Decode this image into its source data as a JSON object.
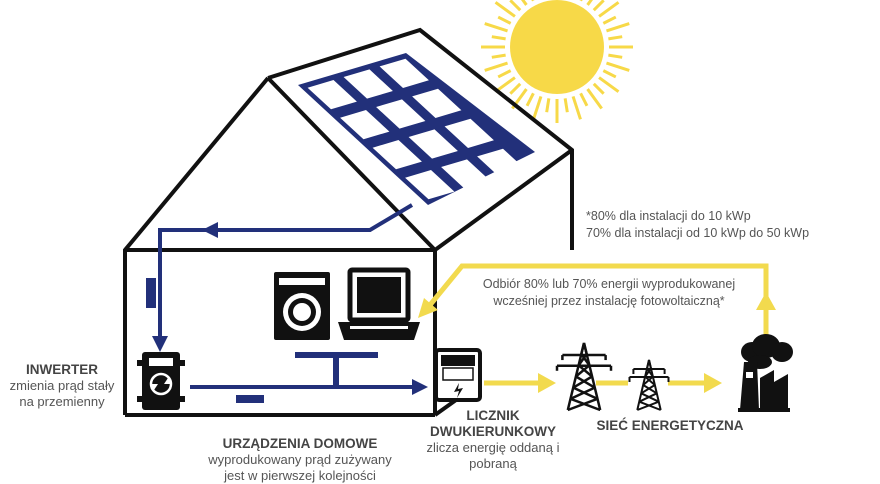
{
  "colors": {
    "navy": "#22307a",
    "yellow": "#f2da4e",
    "sun": "#f7d948",
    "outline": "#111111",
    "text": "#555555"
  },
  "icons": [
    "sun-icon",
    "solar-panel-icon",
    "inverter-icon",
    "washing-machine-icon",
    "laptop-icon",
    "bidirectional-meter-icon",
    "power-pylon-icon",
    "power-plant-icon"
  ],
  "notes": {
    "footnote_line1": "*80% dla instalacji do 10 kWp",
    "footnote_line2": "70% dla instalacji od 10 kWp do 50 kWp",
    "grid_draw_line1": "Odbiór 80% lub 70% energii wyprodukowanej",
    "grid_draw_line2": "wcześniej przez instalację fotowoltaiczną*"
  },
  "labels": {
    "inverter": {
      "title": "INWERTER",
      "line1": "zmienia prąd stały",
      "line2": "na przemienny"
    },
    "appliances": {
      "title": "URZĄDZENIA DOMOWE",
      "line1": "wyprodukowany prąd zużywany",
      "line2": "jest w pierwszej kolejności"
    },
    "meter": {
      "title1": "LICZNIK",
      "title2": "DWUKIERUNKOWY",
      "line1": "zlicza energię oddaną i",
      "line2": "pobraną"
    },
    "grid": {
      "title": "SIEĆ ENERGETYCZNA"
    }
  }
}
